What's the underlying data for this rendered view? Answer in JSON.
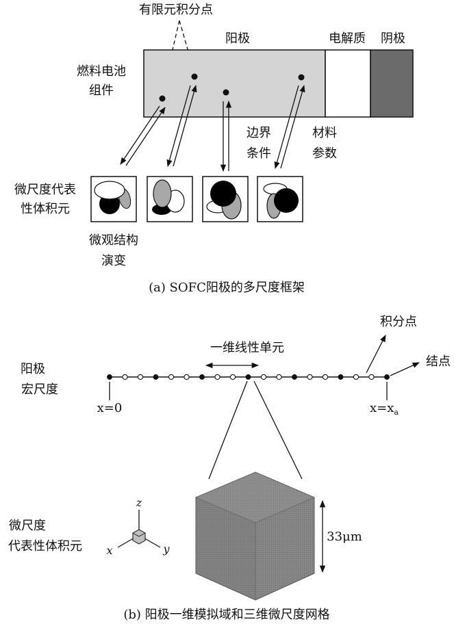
{
  "part_a": {
    "label_integration_points": "有限元积分点",
    "label_anode": "阳极",
    "label_electrolyte": "电解质",
    "label_cathode": "阴极",
    "label_cell_l1": "燃料电池",
    "label_cell_l2": "组件",
    "label_boundary_l1": "边界",
    "label_boundary_l2": "条件",
    "label_material_l1": "材料",
    "label_material_l2": "参数",
    "label_rve_l1": "微尺度代表",
    "label_rve_l2": "性体积元",
    "label_evolution_l1": "微观结构",
    "label_evolution_l2": "演变",
    "caption": "(a) SOFC阳极的多尺度框架",
    "colors": {
      "anode_fill": "#d4d4d4",
      "electrolyte_fill": "#ffffff",
      "cathode_fill": "#6b6b6b"
    }
  },
  "part_b": {
    "label_integration_point": "积分点",
    "label_element": "一维线性单元",
    "label_node": "结点",
    "label_anode_l1": "阳极",
    "label_anode_l2": "宏尺度",
    "x_start": "x=0",
    "x_end_prefix": "x=x",
    "x_end_sub": "a",
    "label_rve_l1": "微尺度",
    "label_rve_l2": "代表性体积元",
    "axis_x": "x",
    "axis_y": "y",
    "axis_z": "z",
    "size_label": "33μm",
    "caption": "(b) 阳极一维模拟域和三维微尺度网格"
  }
}
